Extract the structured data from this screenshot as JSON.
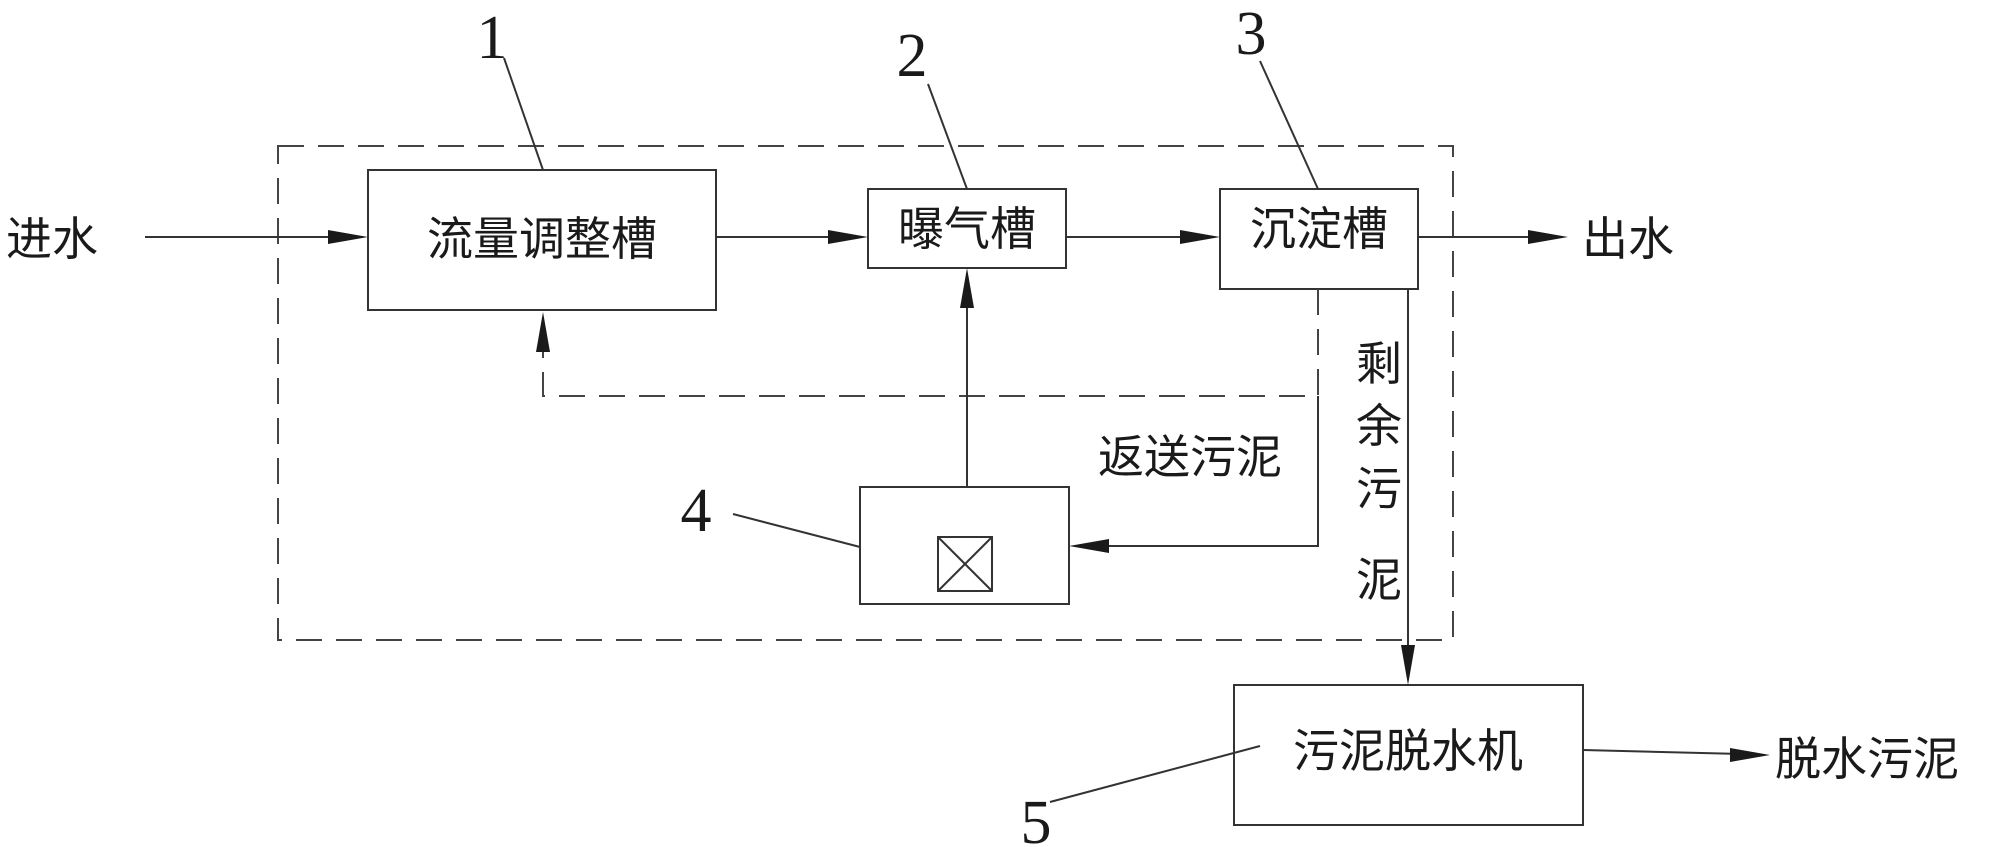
{
  "inputs": {
    "water_in": "进水"
  },
  "outputs": {
    "water_out": "出水",
    "dewatered_sludge": "脱水污泥"
  },
  "units": [
    {
      "id": "1",
      "number": "1",
      "label": "流量调整槽"
    },
    {
      "id": "2",
      "number": "2",
      "label": "曝气槽"
    },
    {
      "id": "3",
      "number": "3",
      "label": "沉淀槽"
    },
    {
      "id": "4",
      "number": "4",
      "label": ""
    },
    {
      "id": "5",
      "number": "5",
      "label": "污泥脱水机"
    }
  ],
  "flows": {
    "return_sludge": "返送污泥",
    "excess_sludge": [
      "剩",
      "余",
      "污",
      "泥"
    ]
  }
}
